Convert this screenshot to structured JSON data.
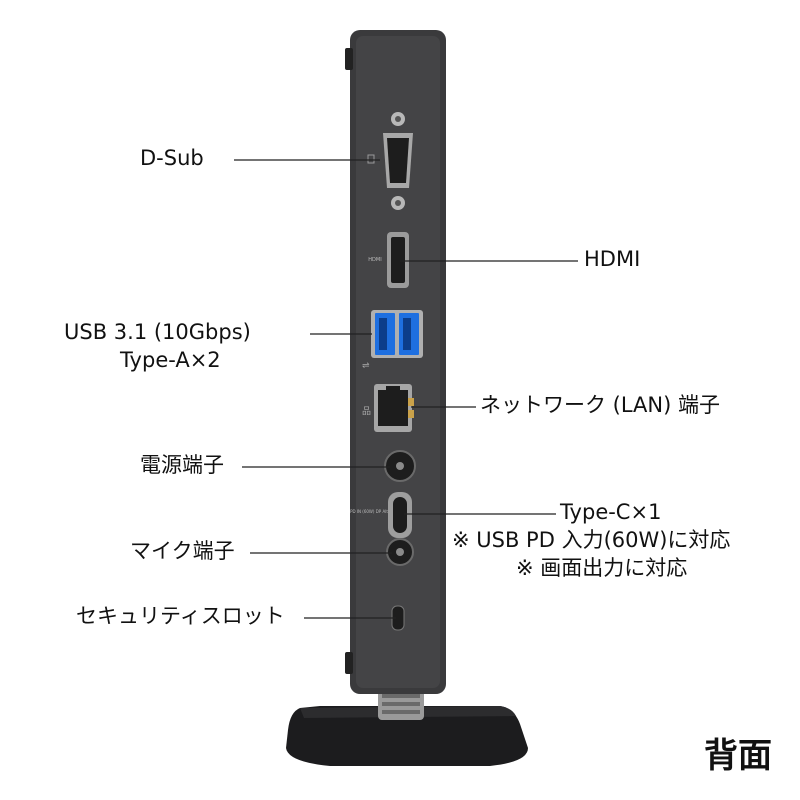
{
  "labels": {
    "dsub": "D-Sub",
    "hdmi": "HDMI",
    "usb_line1": "USB 3.1 (10Gbps)",
    "usb_line2": "Type-A×2",
    "lan": "ネットワーク (LAN) 端子",
    "power": "電源端子",
    "typec_line1": "Type-C×1",
    "typec_line2": "※ USB PD 入力(60W)に対応",
    "typec_line3": "※ 画面出力に対応",
    "mic": "マイク端子",
    "security": "セキュリティスロット"
  },
  "view_title": "背面",
  "port_markings": {
    "hdmi": "HDMI",
    "typec": "PD IN (60W) DP Alt"
  },
  "colors": {
    "body": "#3a3a3c",
    "usb_blue": "#1e6fe0",
    "leader_line": "#222222",
    "stand": "#1c1c1e"
  }
}
